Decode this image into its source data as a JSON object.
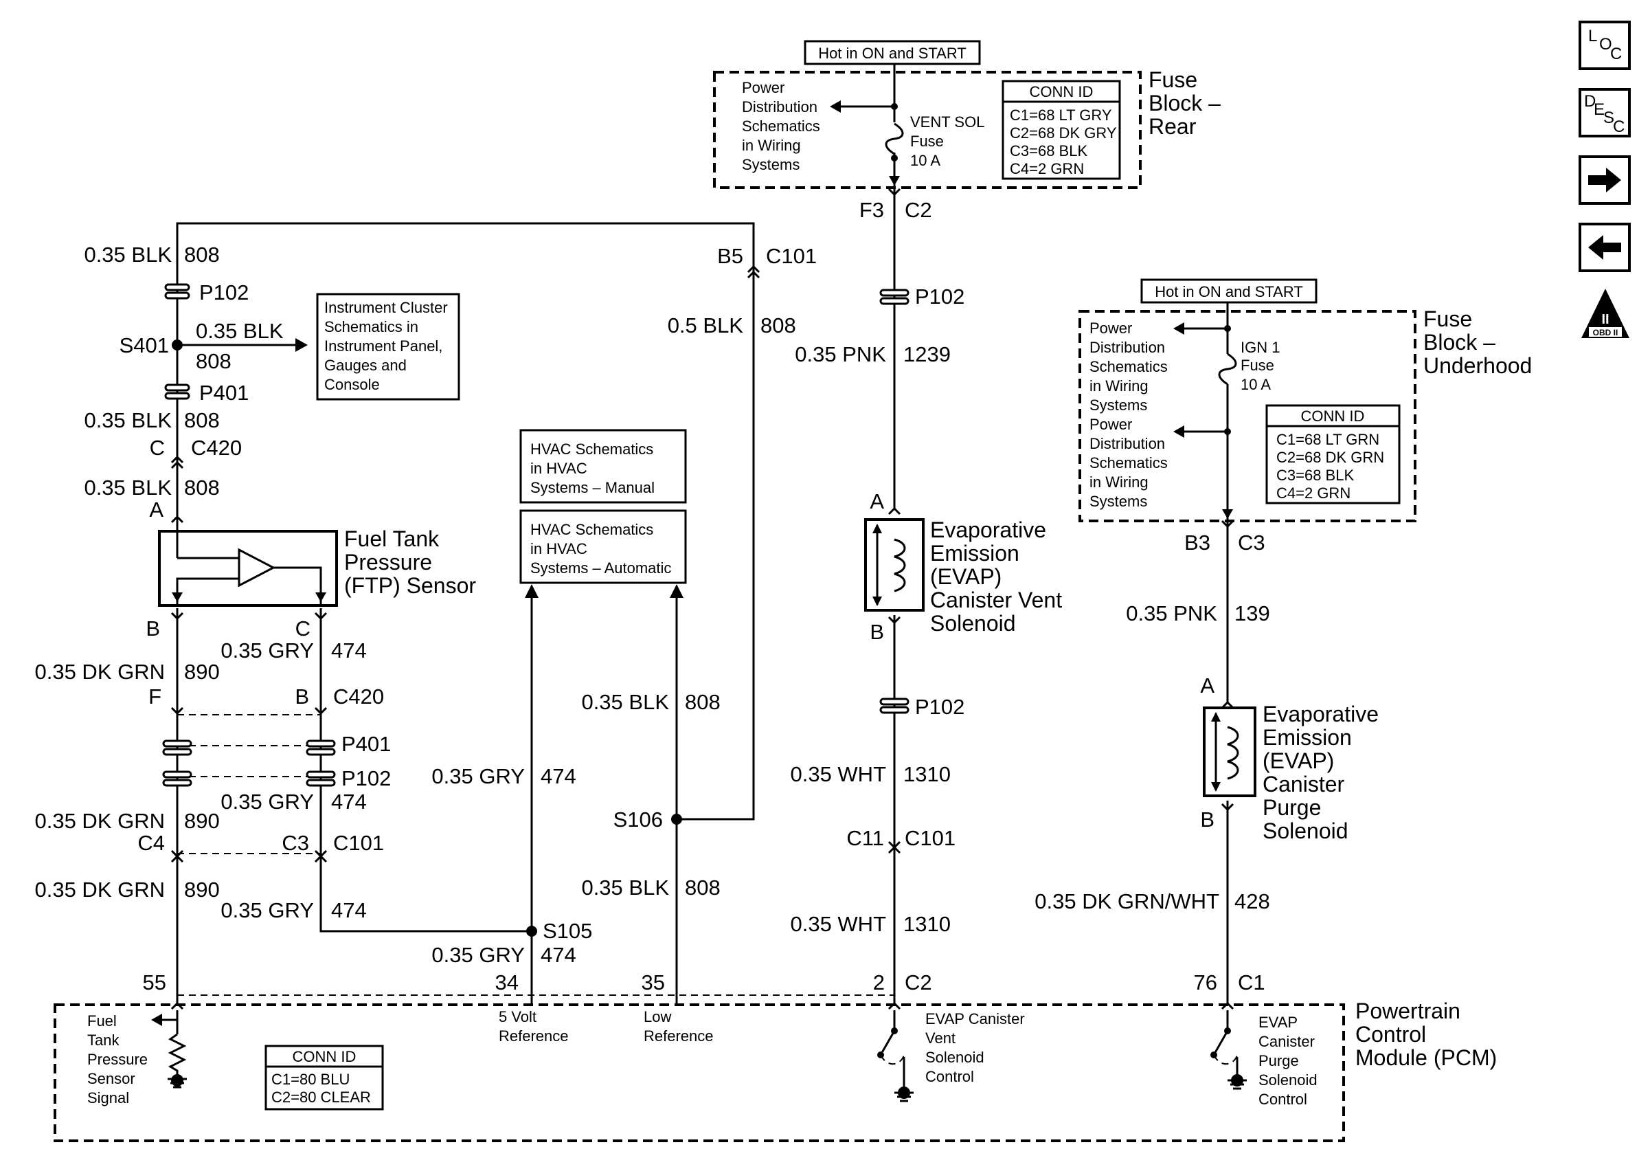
{
  "fuse_rear": {
    "hot": "Hot in ON and START",
    "pd": [
      "Power",
      "Distribution",
      "Schematics",
      "in Wiring",
      "Systems"
    ],
    "fuse": [
      "VENT SOL",
      "Fuse",
      "10 A"
    ],
    "conn_title": "CONN ID",
    "conn": [
      "C1=68 LT GRY",
      "C2=68 DK GRY",
      "C3=68 BLK",
      "C4=2 GRN"
    ],
    "name": [
      "Fuse",
      "Block –",
      "Rear"
    ],
    "pin_f3": "F3",
    "pin_c2": "C2"
  },
  "fuse_under": {
    "hot": "Hot in ON and START",
    "pd1": [
      "Power",
      "Distribution",
      "Schematics",
      "in Wiring",
      "Systems"
    ],
    "pd2": [
      "Power",
      "Distribution",
      "Schematics",
      "in Wiring",
      "Systems"
    ],
    "fuse": [
      "IGN 1",
      "Fuse",
      "10 A"
    ],
    "conn_title": "CONN ID",
    "conn": [
      "C1=68 LT GRN",
      "C2=68 DK GRN",
      "C3=68 BLK",
      "C4=2 GRN"
    ],
    "name": [
      "Fuse",
      "Block –",
      "Underhood"
    ],
    "pin_b3": "B3",
    "pin_c3": "C3"
  },
  "left": {
    "w_blk": "0.35 BLK",
    "c808": "808",
    "p102": "P102",
    "s401": "S401",
    "p401": "P401",
    "ic": [
      "Instrument Cluster",
      "Schematics in",
      "Instrument Panel,",
      "Gauges and",
      "Console"
    ],
    "pin_c": "C",
    "c420": "C420",
    "pin_a": "A",
    "ftp": [
      "Fuel Tank",
      "Pressure",
      "(FTP) Sensor"
    ],
    "pin_b": "B",
    "pin_c2": "C",
    "w_gry": "0.35 GRY",
    "c474": "474",
    "w_dkgrn": "0.35 DK GRN",
    "c890": "890",
    "pin_f": "F",
    "pin_b2": "B",
    "c420b": "C420",
    "p401b": "P401",
    "p102b": "P102",
    "pin_c4": "C4",
    "pin_c3": "C3",
    "c101": "C101",
    "s105": "S105"
  },
  "hvac": {
    "manual": [
      "HVAC Schematics",
      "in HVAC",
      "Systems – Manual"
    ],
    "auto": [
      "HVAC Schematics",
      "in HVAC",
      "Systems – Automatic"
    ]
  },
  "mid": {
    "b5": "B5",
    "c101": "C101",
    "w_blk05": "0.5 BLK",
    "c808": "808",
    "w_blk": "0.35 BLK",
    "s106": "S106",
    "w_gry": "0.35 GRY",
    "c474": "474"
  },
  "vent": {
    "p102": "P102",
    "w_pnk": "0.35 PNK",
    "c1239": "1239",
    "pin_a": "A",
    "pin_b": "B",
    "name": [
      "Evaporative",
      "Emission",
      "(EVAP)",
      "Canister Vent",
      "Solenoid"
    ],
    "w_wht": "0.35 WHT",
    "c1310": "1310",
    "c11": "C11",
    "c101": "C101"
  },
  "purge": {
    "w_pnk": "0.35 PNK",
    "c139": "139",
    "pin_a": "A",
    "pin_b": "B",
    "name": [
      "Evaporative",
      "Emission",
      "(EVAP)",
      "Canister",
      "Purge",
      "Solenoid"
    ],
    "w_dg_wht": "0.35 DK GRN/WHT",
    "c428": "428"
  },
  "pcm": {
    "pins": [
      "55",
      "34",
      "35",
      "2",
      "C2",
      "76",
      "C1"
    ],
    "ftp_sig": [
      "Fuel",
      "Tank",
      "Pressure",
      "Sensor",
      "Signal"
    ],
    "ref5": [
      "5 Volt",
      "Reference"
    ],
    "low": [
      "Low",
      "Reference"
    ],
    "vent_ctl": [
      "EVAP Canister",
      "Vent",
      "Solenoid",
      "Control"
    ],
    "purge_ctl": [
      "EVAP",
      "Canister",
      "Purge",
      "Solenoid",
      "Control"
    ],
    "conn_title": "CONN ID",
    "conn": [
      "C1=80 BLU",
      "C2=80 CLEAR"
    ],
    "name": [
      "Powertrain",
      "Control",
      "Module (PCM)"
    ]
  },
  "nav": {
    "loc": [
      "L",
      "O",
      "C"
    ],
    "desc": [
      "D",
      "E",
      "S",
      "C"
    ],
    "obd": [
      "II",
      "OBD II"
    ]
  },
  "icons": [
    "next-arrow-icon",
    "back-arrow-icon",
    "obd-ii-icon"
  ],
  "colors": {
    "ink": "#000000",
    "paper": "#ffffff"
  }
}
